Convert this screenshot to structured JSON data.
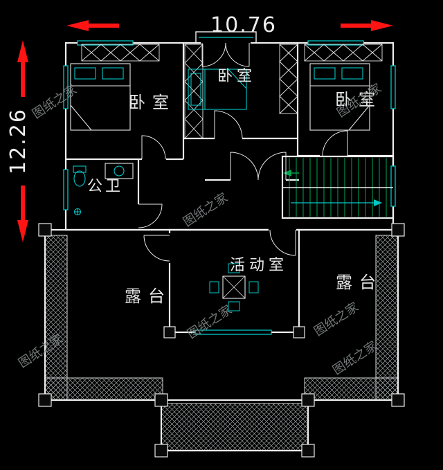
{
  "dimensions": {
    "width_label": "10.76",
    "height_label": "12.26"
  },
  "rooms": {
    "bedroom_left": "卧室",
    "bedroom_mid": "卧室",
    "bedroom_right": "卧室",
    "bathroom": "公卫",
    "activity": "活动室",
    "terrace_left": "露台",
    "terrace_right": "露台"
  },
  "watermark": {
    "text": "图纸之家"
  },
  "colors": {
    "background": "#000000",
    "wall": "#f0f0f0",
    "window": "#00c8c8",
    "dimension_arrow": "#ff1414",
    "stair_tread": "#00a651",
    "label": "#e6e6e6",
    "watermark": "#878c8c"
  }
}
